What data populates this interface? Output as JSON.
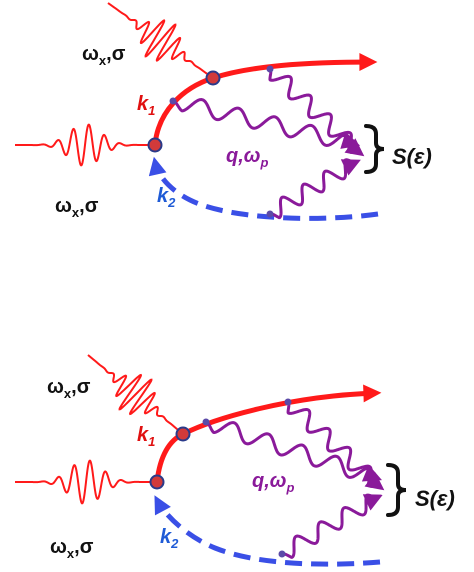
{
  "colors": {
    "electron_path": "#ff1a1a",
    "pulse": "#ff1a1a",
    "dashed_path": "#3a4fe6",
    "photon": "#8a1a9a",
    "vertex": "#d23a3a",
    "vertex_outline": "#2a3a8a",
    "text": "#111111"
  },
  "panel_top": {
    "pulse_upper": {
      "omega": "ω",
      "sub": "x",
      "rest": ",σ"
    },
    "pulse_lower": {
      "omega": "ω",
      "sub": "x",
      "rest": ",σ"
    },
    "k1": {
      "k": "k",
      "sub": "1"
    },
    "k2": {
      "k": "k",
      "sub": "2"
    },
    "q": {
      "main": "q,ω",
      "sub": "p"
    },
    "s": "S(ε)"
  },
  "panel_bottom": {
    "pulse_upper": {
      "omega": "ω",
      "sub": "x",
      "rest": ",σ"
    },
    "pulse_lower": {
      "omega": "ω",
      "sub": "x",
      "rest": ",σ"
    },
    "k1": {
      "k": "k",
      "sub": "1"
    },
    "k2": {
      "k": "k",
      "sub": "2"
    },
    "q": {
      "main": "q,ω",
      "sub": "p"
    },
    "s": "S(ε)"
  }
}
